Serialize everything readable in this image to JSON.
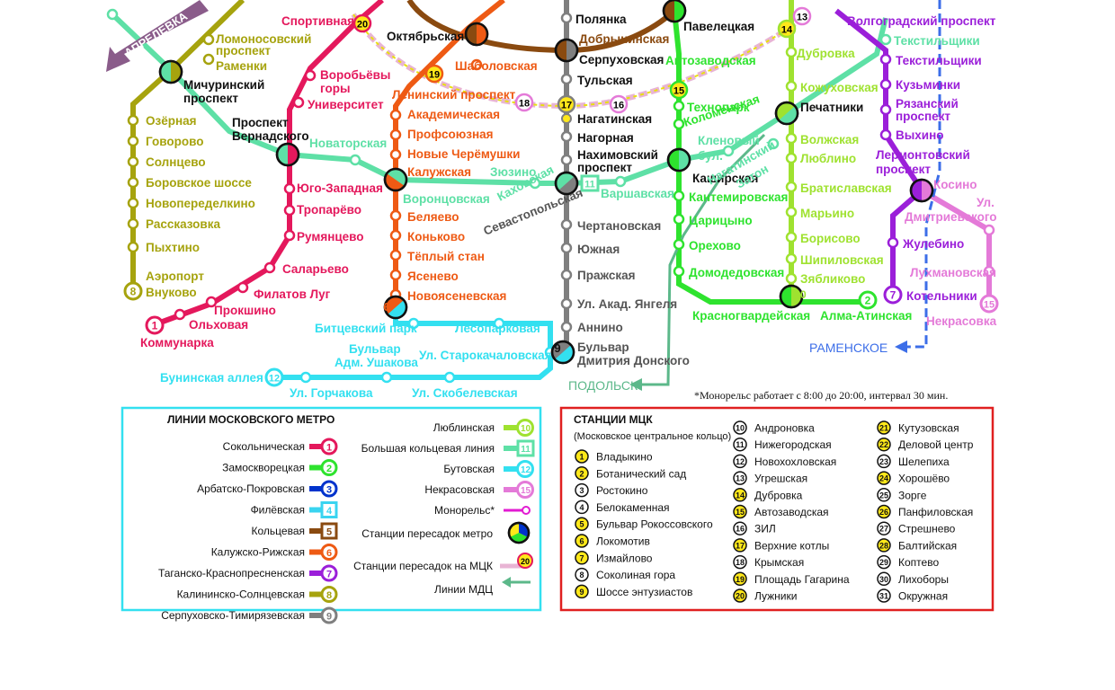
{
  "colors": {
    "l1": "#e4185c",
    "l2": "#2ee32e",
    "l3": "#0033cc",
    "l4": "#3ad4f0",
    "l5": "#8a4a10",
    "l6": "#ee5a14",
    "l7": "#9b1fd9",
    "l8": "#a6a30e",
    "l9": "#7f7f7f",
    "l10": "#9fe230",
    "l11": "#5ee0a6",
    "l12": "#33e0f0",
    "l15": "#e47ad8",
    "mono": "#e21bd2",
    "mck": "#e8b4d4",
    "mcd": "#5cb88a",
    "mcd_blue": "#3c6ee8",
    "legend_cyan": "#33e0f0",
    "legend_red": "#e02020",
    "stop_yellow": "#ffe81a"
  },
  "directions": {
    "aprelevka": "АПРЕЛЕВКА",
    "podolsk": "ПОДОЛЬСК",
    "ramenskoe": "РАМЕНСКОЕ"
  },
  "stations": {
    "sportivnaya": "Спортивная",
    "oktyabrskaya": "Октябрьская",
    "polyanka": "Полянка",
    "dobryninskaya": "Добрынинская",
    "serpukhovskaya": "Серпуховская",
    "tulskaya": "Тульская",
    "paveletskaya": "Павелецкая",
    "avtozavodskaya": "Автозаводская",
    "dubrovka": "Дубровка",
    "volgogradsky": "Волгоградский проспект",
    "tekstilshchiki_a": "Текстильщики",
    "tekstilshchiki_b": "Текстильщики",
    "kuzminki": "Кузьминки",
    "ryazansky_1": "Рязанский",
    "ryazansky_2": "проспект",
    "vykhino": "Выхино",
    "lermontovsky_1": "Лермонтовский",
    "lermontovsky_2": "проспект",
    "kosino": "Косино",
    "zhulebino": "Жулебино",
    "kotelniki": "Котельники",
    "lukhmanovskaya": "Лухмановская",
    "ul_dmitrievskogo_1": "Ул.",
    "ul_dmitrievskogo_2": "Дмитриевского",
    "nekrasovka": "Некрасовка",
    "lomonosovsky_1": "Ломоносовский",
    "lomonosovsky_2": "проспект",
    "ramenki": "Раменки",
    "michurinsky_1": "Мичуринский",
    "michurinsky_2": "проспект",
    "vorobyovy_1": "Воробьёвы",
    "vorobyovy_2": "горы",
    "universitet": "Университет",
    "shabolovskaya": "Шаболовская",
    "leninsky": "Ленинский проспект",
    "akademicheskaya": "Академическая",
    "profsoyuznaya": "Профсоюзная",
    "novye_cheryomushki": "Новые Черёмушки",
    "kaluzhskaya": "Калужская",
    "ozyornaya": "Озёрная",
    "govorovo": "Говорово",
    "solntsevo": "Солнцево",
    "borovskoe": "Боровское шоссе",
    "novoperedelkino": "Новопеределкино",
    "rasskazovka": "Рассказовка",
    "pykhtino": "Пыхтино",
    "aeroport": "Аэропорт",
    "vnukovo": "Внуково",
    "prospekt_vernadskogo_1": "Проспект",
    "prospekt_vernadskogo_2": "Вернадского",
    "novatorskaya": "Новаторская",
    "yugo_zapadnaya": "Юго-Западная",
    "troparyovo": "Тропарёво",
    "rumyantsevo": "Румянцево",
    "salaryevo": "Саларьево",
    "filatov_lug": "Филатов Луг",
    "prokshino": "Прокшино",
    "olkhovaya": "Ольховая",
    "kommunarka": "Коммунарка",
    "zyuzino": "Зюзино",
    "vorontsovskaya": "Воронцовская",
    "belyaevo": "Беляево",
    "konkovo": "Коньково",
    "tyoply_stan": "Тёплый стан",
    "yasenevo": "Ясенево",
    "novoyasenevskaya": "Новоясеневская",
    "bitsevsky_park": "Битцевский парк",
    "lesoparkovaya": "Лесопарковая",
    "bulvar_ushakova_1": "Бульвар",
    "bulvar_ushakova_2": "Адм. Ушакова",
    "ul_starokachalovskaya": "Ул. Старокачаловская",
    "buninskaya": "Бунинская аллея",
    "ul_gorchakova": "Ул. Горчакова",
    "ul_skobelevskaya": "Ул. Скобелевская",
    "kakhovskaya": "Каховская",
    "sevastopolskaya": "Севастопольская",
    "nagatinskaya": "Нагатинская",
    "nagornaya": "Нагорная",
    "nakhimovsky_1": "Нахимовский",
    "nakhimovsky_2": "проспект",
    "varshavskaya": "Варшавская",
    "chertanovskaya": "Чертановская",
    "yuzhnaya": "Южная",
    "prazhskaya": "Пражская",
    "yangelya": "Ул. Акад. Янгеля",
    "annino": "Аннино",
    "donskogo_1": "Бульвар",
    "donskogo_2": "Дмитрия Донского",
    "tekhnopark": "Технопарк",
    "kolomenskaya": "Коломенская",
    "kashirskaya": "Каширская",
    "kantemirovskaya": "Кантемировская",
    "tsaritsyno": "Царицыно",
    "orekhovo": "Орехово",
    "domodedovskaya": "Домодедовская",
    "krasnogvardeyskaya": "Красногвардейская",
    "alma_atinskaya": "Алма-Атинская",
    "klenovy_1": "Кленовый",
    "klenovy_2": "бул.",
    "nagatinsky_1": "Нагатинский",
    "nagatinsky_2": "Затон",
    "kozhukhovskaya": "Кожуховская",
    "pechatniki": "Печатники",
    "volzhskaya": "Волжская",
    "lyublino": "Люблино",
    "bratislavskaya": "Братиславская",
    "maryino": "Марьино",
    "borisovo": "Борисово",
    "shipilovskaya": "Шипиловская",
    "zyablikovo": "Зябликово"
  },
  "badges": {
    "b20": "20",
    "b19": "19",
    "b18": "18",
    "b17": "17",
    "b16": "16",
    "b15": "15",
    "b14": "14",
    "b13": "13",
    "l1": "1",
    "l2": "2",
    "l6": "6",
    "l7": "7",
    "l8": "8",
    "l9": "9",
    "l10": "10",
    "l11": "11",
    "l12": "12",
    "l15": "15"
  },
  "footnote": "*Монорельс работает с 8:00 до 20:00, интервал 30 мин.",
  "legend_metro": {
    "title": "ЛИНИИ МОСКОВСКОГО МЕТРО",
    "left": [
      {
        "name": "Сокольническая",
        "num": "1"
      },
      {
        "name": "Замоскворецкая",
        "num": "2"
      },
      {
        "name": "Арбатско-Покровская",
        "num": "3"
      },
      {
        "name": "Филёвская",
        "num": "4"
      },
      {
        "name": "Кольцевая",
        "num": "5"
      },
      {
        "name": "Калужско-Рижская",
        "num": "6"
      },
      {
        "name": "Таганско-Краснопресненская",
        "num": "7"
      },
      {
        "name": "Калининско-Солнцевская",
        "num": "8"
      },
      {
        "name": "Серпуховско-Тимирязевская",
        "num": "9"
      }
    ],
    "right": [
      {
        "name": "Люблинская",
        "num": "10"
      },
      {
        "name": "Большая кольцевая линия",
        "num": "11"
      },
      {
        "name": "Бутовская",
        "num": "12"
      },
      {
        "name": "Некрасовская",
        "num": "15"
      },
      {
        "name": "Монорельс*",
        "num": ""
      }
    ],
    "transfer_metro": "Станции пересадок метро",
    "transfer_mck": "Станции пересадок на МЦК",
    "transfer_mck_num": "20",
    "mcd_lines": "Линии МДЦ"
  },
  "legend_mck": {
    "title": "СТАНЦИИ МЦК",
    "subtitle": "(Московское центральное кольцо)",
    "stations": [
      "Владыкино",
      "Ботанический сад",
      "Ростокино",
      "Белокаменная",
      "Бульвар Рокоссовского",
      "Локомотив",
      "Измайлово",
      "Соколиная гора",
      "Шоссе энтузиастов",
      "Андроновка",
      "Нижегородская",
      "Новохохловская",
      "Угрешская",
      "Дубровка",
      "Автозаводская",
      "ЗИЛ",
      "Верхние котлы",
      "Крымская",
      "Площадь Гагарина",
      "Лужники",
      "Кутузовская",
      "Деловой центр",
      "Шелепиха",
      "Хорошёво",
      "Зорге",
      "Панфиловская",
      "Стрешнево",
      "Балтийская",
      "Коптево",
      "Лихоборы",
      "Окружная"
    ],
    "numbers": [
      "1",
      "2",
      "3",
      "4",
      "5",
      "6",
      "7",
      "8",
      "9",
      "10",
      "11",
      "12",
      "13",
      "14",
      "15",
      "16",
      "17",
      "18",
      "19",
      "20",
      "21",
      "22",
      "23",
      "24",
      "25",
      "26",
      "27",
      "28",
      "29",
      "30",
      "31"
    ]
  }
}
